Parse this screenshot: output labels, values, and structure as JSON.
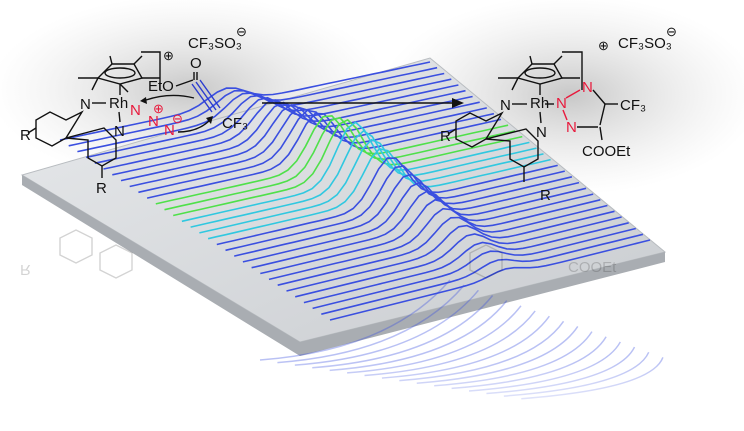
{
  "left_complex": {
    "metal": "Rh",
    "n_pyridine_left": "N",
    "n_pyridine_right": "N",
    "substituent_left": "R",
    "substituent_right": "R",
    "cation_charge": "⊕",
    "counterion": "CF₃SO₃",
    "counterion_charge": "⊖",
    "azide_atoms": [
      "N",
      "N",
      "N"
    ],
    "azide_plus": "⊕",
    "azide_minus": "⊖"
  },
  "alkyne": {
    "ester_group": "EtO",
    "carbonyl_o": "O",
    "cf3": "CF₃"
  },
  "right_complex": {
    "metal": "Rh",
    "n_pyridine_left": "N",
    "n_pyridine_right": "N",
    "triazole_atoms": [
      "N",
      "N",
      "N"
    ],
    "substituent_left": "R",
    "substituent_right": "R",
    "cf3": "CF₃",
    "ester": "COOEt",
    "cation_charge": "⊕",
    "counterion": "CF₃SO₃",
    "counterion_charge": "⊖"
  },
  "reflection": {
    "ester": "COOEt",
    "substituent": "R"
  },
  "colors": {
    "line_blue": "#3a4fe0",
    "peak_green": "#4fe04a",
    "peak_cyan": "#30c8e0",
    "azide_red": "#e8193c",
    "plate": "#d9dcdf"
  }
}
